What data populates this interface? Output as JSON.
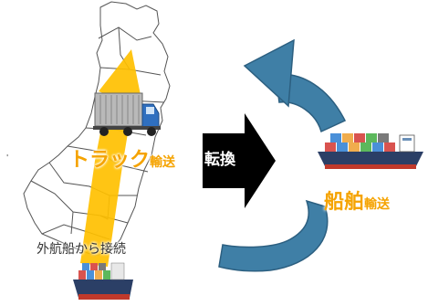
{
  "truck_label": {
    "main": "トラック",
    "suffix": "輸送"
  },
  "switch_label": "転換",
  "ship_label": {
    "main": "船舶",
    "suffix": "輸送"
  },
  "foreign_label": "外航船から接続",
  "stray_mark": "'",
  "colors": {
    "orange": "#f5a300",
    "yellow_arrow": "#ffc000",
    "cycle_arrow": "#3f7fa6",
    "cycle_arrow_dark": "#2c5f80",
    "switch_arrow": "#000000",
    "truck_cab": "#2f6fbf",
    "ship_hull": "#2b3f66",
    "ship_bottom": "#c0392b"
  },
  "icons": [
    "japan-map-icon",
    "truck-icon",
    "container-ship-icon",
    "cycle-arrow-icon",
    "conversion-arrow-icon"
  ]
}
